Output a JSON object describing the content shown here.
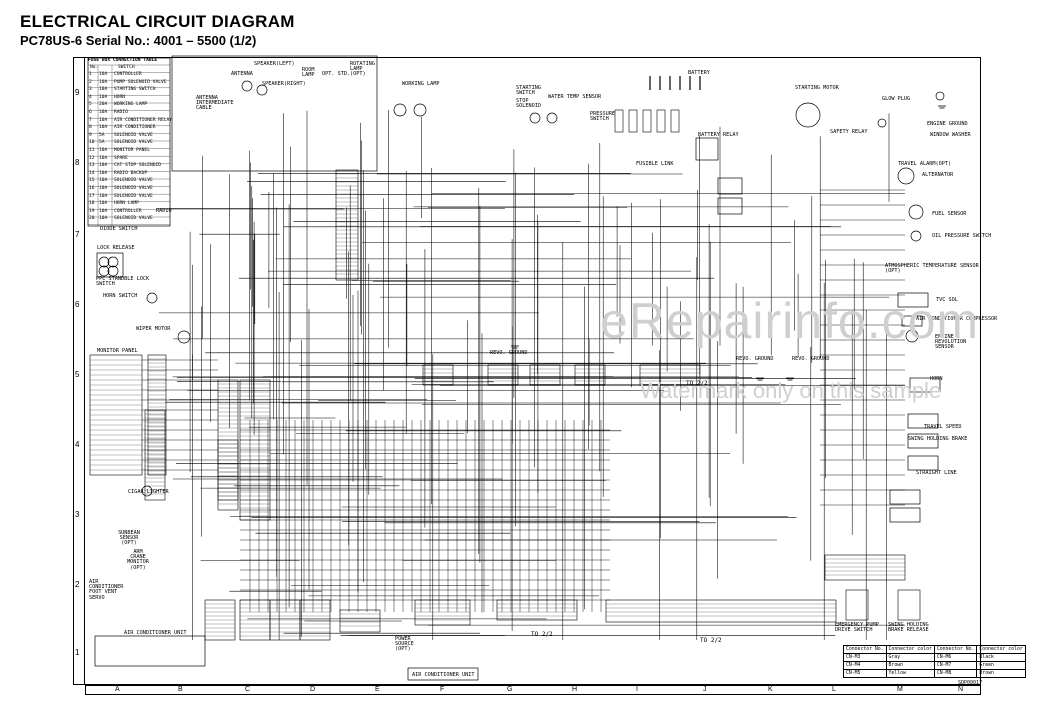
{
  "header": {
    "title": "ELECTRICAL CIRCUIT DIAGRAM",
    "subtitle": "PC78US-6  Serial No.: 4001 – 5500 (1/2)"
  },
  "row_numbers": [
    "9",
    "8",
    "7",
    "6",
    "5",
    "4",
    "3",
    "2",
    "1"
  ],
  "column_letters": [
    "A",
    "B",
    "C",
    "D",
    "E",
    "F",
    "G",
    "H",
    "I",
    "J",
    "K",
    "L",
    "M",
    "N"
  ],
  "fuse_table": {
    "title": "FUSE BOX CONNECTION TABLE",
    "col_no": "No.",
    "col_switch": "SWITCH",
    "rows": [
      {
        "no": "1",
        "cap": "10A",
        "name": "CONTROLLER"
      },
      {
        "no": "2",
        "cap": "10A",
        "name": "PUMP SOLENOID VALVE"
      },
      {
        "no": "3",
        "cap": "10A",
        "name": "STARTING SWITCH"
      },
      {
        "no": "4",
        "cap": "10A",
        "name": "HORN"
      },
      {
        "no": "5",
        "cap": "20A",
        "name": "WORKING LAMP"
      },
      {
        "no": "6",
        "cap": "10A",
        "name": "RADIO"
      },
      {
        "no": "7",
        "cap": "10A",
        "name": "AIR CONDITIONER RELAY"
      },
      {
        "no": "8",
        "cap": "10A",
        "name": "AIR CONDITIONER"
      },
      {
        "no": "9",
        "cap": "5A",
        "name": "SOLENOID VALVE"
      },
      {
        "no": "10",
        "cap": "5A",
        "name": "SOLENOID VALVE"
      },
      {
        "no": "11",
        "cap": "10A",
        "name": "MONITOR PANEL"
      },
      {
        "no": "12",
        "cap": "10A",
        "name": "SPARE"
      },
      {
        "no": "13",
        "cap": "10A",
        "name": "CAT STOP SOLENOID"
      },
      {
        "no": "14",
        "cap": "10A",
        "name": "RADIO BACKUP"
      },
      {
        "no": "15",
        "cap": "10A",
        "name": "SOLENOID VALVE"
      },
      {
        "no": "16",
        "cap": "10A",
        "name": "SOLENOID VALVE"
      },
      {
        "no": "17",
        "cap": "10A",
        "name": "SOLENOID VALVE"
      },
      {
        "no": "18",
        "cap": "10A",
        "name": "HORN LAMP"
      },
      {
        "no": "19",
        "cap": "10A",
        "name": "CONTROLLER"
      },
      {
        "no": "20",
        "cap": "10A",
        "name": "SOLENOID VALVE"
      }
    ]
  },
  "components": {
    "antenna": "ANTENNA",
    "antenna_cable": "ANTENNA INTERMEDIATE CABLE",
    "speaker_left": "SPEAKER(LEFT)",
    "speaker_right": "SPEAKER(RIGHT)",
    "room_lamp": "ROOM LAMP",
    "opt_std": "OPT. STD.",
    "rotating_lamp": "ROTATING LAMP (OPT)",
    "working_lamp": "WORKING LAMP",
    "starting_switch": "STARTING SWITCH",
    "stop_solenoid": "STOP SOLENOID",
    "water_temp_sensor": "WATER TEMP SENSOR",
    "pressure_switch": "PRESSURE SWITCH",
    "battery": "BATTERY",
    "battery_relay": "BATTERY RELAY",
    "fusible_link": "FUSIBLE LINK",
    "starting_motor": "STARTING MOTOR",
    "safety_relay": "SAFETY RELAY",
    "glow_plug": "GLOW PLUG",
    "engine_ground": "ENGINE GROUND",
    "window_washer": "WINDOW WASHER",
    "travel_alarm": "TRAVEL ALARM(OPT)",
    "alternator": "ALTERNATOR",
    "fuel_sensor": "FUEL SENSOR",
    "oil_pressure_switch": "OIL PRESSURE SWITCH",
    "atmospheric_sensor": "ATMOSPHERIC TEMPERATURE SENSOR (OPT)",
    "tvc_sol": "TVC SOL",
    "ac_compressor": "AIR CONDITIONER COMPRESSOR",
    "engine_rev_sensor": "ENGINE REVOLUTION SENSOR",
    "horn": "HORN",
    "travel_speed": "TRAVEL SPEED",
    "swing_holding": "SWING HOLDING BRAKE",
    "straight_line": "STRAIGHT LINE",
    "radio": "RADIO",
    "diode_switch": "DIODE SWITCH",
    "lock_release": "LOCK RELEASE",
    "ppc_lock_switch": "PPC STANDBLE LOCK SWITCH",
    "horn_switch": "HORN SWITCH",
    "wiper_motor": "WIPER MOTOR",
    "monitor_panel": "MONITOR PANEL",
    "cigar_lighter": "CIGAR LIGHTER",
    "sunbean_sensor": "SUNBEAN SENSOR (OPT)",
    "arm_crane_monitor": "ARM CRANE MONITOR (OPT)",
    "ac_foot_vent": "AIR CONDITIONER FOOT VENT SERVO",
    "ac_unit": "AIR CONDITIONER UNIT",
    "ac_unit_bottom": "AIR CONDITIONER UNIT",
    "power_source": "POWER SOURCE (OPT)",
    "revo_ground_1": "REVO. GROUND",
    "revo_ground_2": "REVO. GROUND",
    "revo_ground_3": "REVO. GROUND",
    "emergency_pump": "EMERGENCY PUMP DRIVE SWITCH",
    "swing_brake_release": "SWING HOLDING BRAKE RELEASE",
    "to_2_2_a": "TO 2/2",
    "to_2_2_b": "TO 2/2",
    "to_2_2_c": "TO 2/2"
  },
  "connector_table": {
    "headers": [
      "Connector No.",
      "Connector color",
      "Connector No.",
      "Connector color"
    ],
    "rows": [
      [
        "CN-M3",
        "Gray",
        "CN-M6",
        "Black"
      ],
      [
        "CN-M4",
        "Brown",
        "CN-M7",
        "Green"
      ],
      [
        "CN-M5",
        "Yellow",
        "CN-M8",
        "Brown"
      ]
    ]
  },
  "watermark": {
    "main": "eRepairinfo.com",
    "sub": "Watermark only on this sample"
  },
  "doc_number": "SDP00017"
}
